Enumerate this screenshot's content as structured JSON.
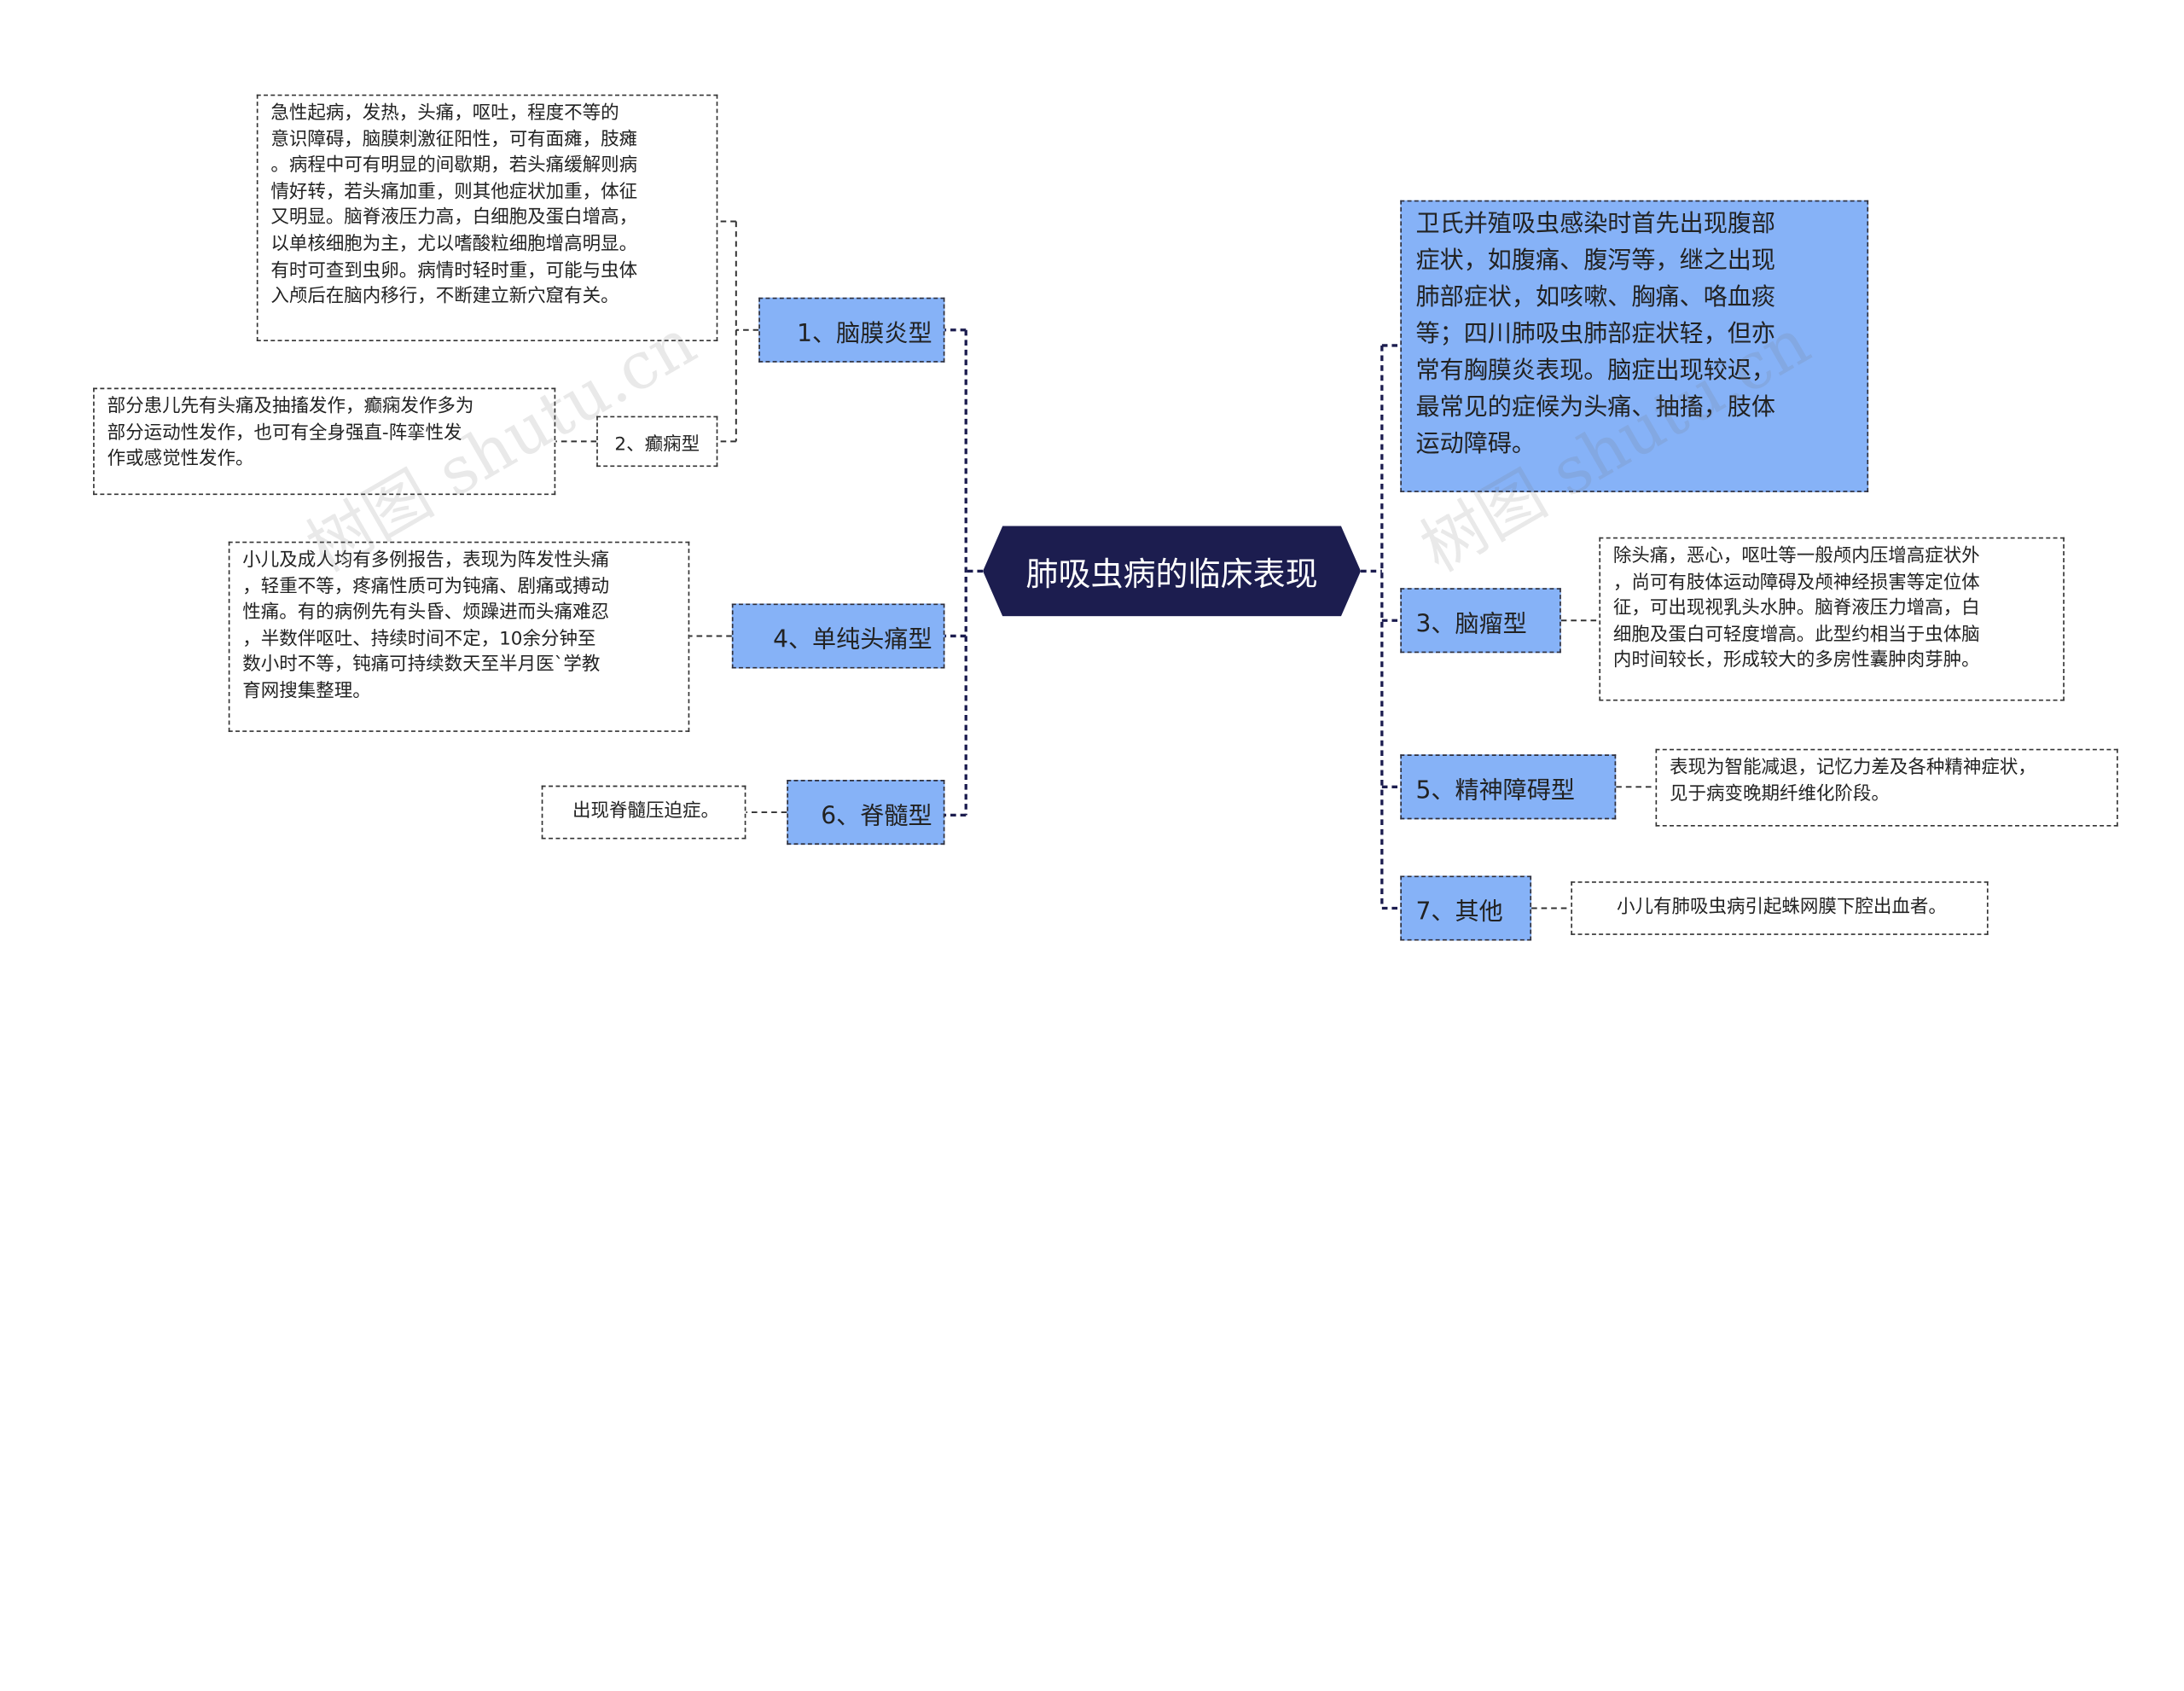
{
  "root": {
    "label": "肺吸虫病的临床表现"
  },
  "left_branches": [
    {
      "label": "1、脑膜炎型",
      "details": " 急性起病，发热，头痛，呕吐，程度不等的\n意识障碍，脑膜刺激征阳性，可有面瘫，肢瘫\n。病程中可有明显的间歇期，若头痛缓解则病\n情好转，若头痛加重，则其他症状加重，体征\n又明显。脑脊液压力高，白细胞及蛋白增高，\n以单核细胞为主，尤以嗜酸粒细胞增高明显。\n有时可查到虫卵。病情时轻时重，可能与虫体\n入颅后在脑内移行，不断建立新穴窟有关。",
      "sub_label": "2、癫痫型",
      "sub_details": "部分患儿先有头痛及抽搐发作，癫痫发作多为\n部分运动性发作，也可有全身强直-阵挛性发\n作或感觉性发作。"
    },
    {
      "label": "4、单纯头痛型",
      "details": "小儿及成人均有多例报告，表现为阵发性头痛\n，轻重不等，疼痛性质可为钝痛、剧痛或搏动\n性痛。有的病例先有头昏、烦躁进而头痛难忍\n，半数伴呕吐、持续时间不定，10余分钟至\n数小时不等，钝痛可持续数天至半月医`学教\n育网搜集整理。"
    },
    {
      "label": "6、脊髓型",
      "details": "出现脊髓压迫症。"
    }
  ],
  "right_branches": [
    {
      "label": "卫氏并殖吸虫感染时首先出现腹部\n症状，如腹痛、腹泻等，继之出现\n肺部症状，如咳嗽、胸痛、咯血痰\n等；四川肺吸虫肺部症状轻，但亦\n常有胸膜炎表现。脑症出现较迟，\n最常见的症候为头痛、抽搐，肢体\n运动障碍。"
    },
    {
      "label": "3、脑瘤型",
      "details": "除头痛，恶心，呕吐等一般颅内压增高症状外\n，尚可有肢体运动障碍及颅神经损害等定位体\n征，可出现视乳头水肿。脑脊液压力增高，白\n细胞及蛋白可轻度增高。此型约相当于虫体脑\n内时间较长，形成较大的多房性囊肿肉芽肿。"
    },
    {
      "label": "5、精神障碍型",
      "details": "表现为智能减退，记忆力差及各种精神症状，\n见于病变晚期纤维化阶段。"
    },
    {
      "label": "7、其他",
      "details": "小儿有肺吸虫病引起蛛网膜下腔出血者。"
    }
  ],
  "watermark": {
    "text_left": "树图 shutu.cn",
    "text_right": "树图 shutu.cn"
  },
  "colors": {
    "root_bg": "#1c1d4f",
    "branch_bg": "#86b2f7",
    "line": "#1c1d4f",
    "leaf_border": "#333333"
  }
}
